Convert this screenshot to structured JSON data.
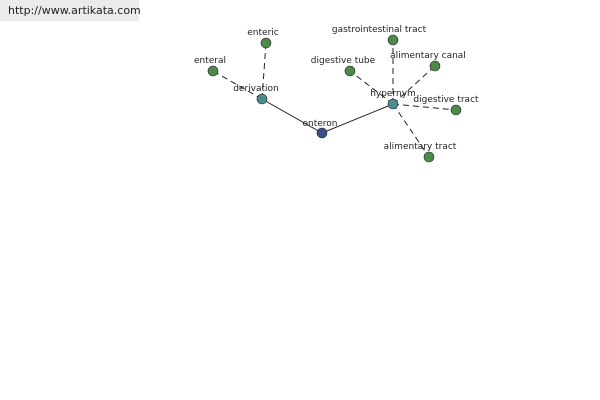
{
  "site": {
    "url": "http://www.artikata.com"
  },
  "colors": {
    "root": "#3a4e8c",
    "relation": "#4b8c8c",
    "leaf": "#4b8a4b",
    "node_stroke": "#222222",
    "edge": "#222222"
  },
  "graph": {
    "root": {
      "label": "enteron"
    },
    "relations": [
      {
        "label": "derivation",
        "terms": [
          "enteric",
          "enteral"
        ]
      },
      {
        "label": "hypernym",
        "terms": [
          "gastrointestinal tract",
          "digestive tube",
          "alimentary canal",
          "digestive tract",
          "alimentary tract"
        ]
      }
    ]
  }
}
